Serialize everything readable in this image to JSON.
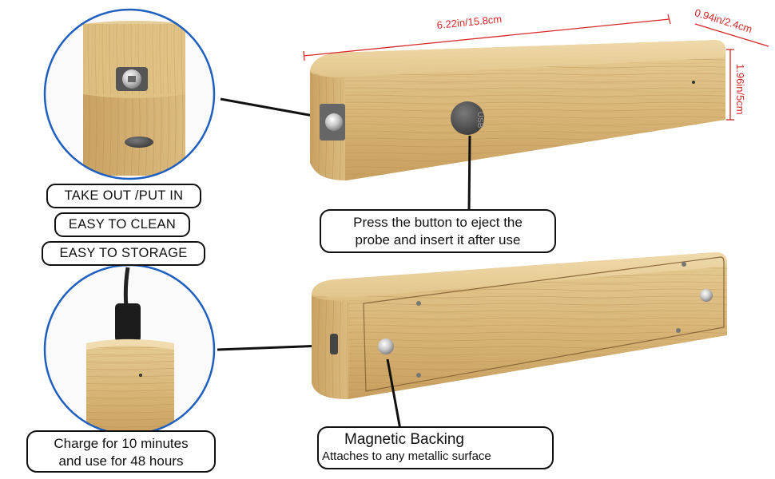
{
  "dimensions": {
    "length": "6.22in/15.8cm",
    "depth": "0.94in/2.4cm",
    "height": "1.96in/5cm"
  },
  "features": [
    "TAKE OUT /PUT IN",
    "EASY TO CLEAN",
    "EASY TO STORAGE"
  ],
  "eject_note": {
    "line1": "Press the button to eject the",
    "line2": "probe and insert it after use"
  },
  "magnet_note": {
    "title": "Magnetic Backing",
    "subtitle": "Attaches to any metallic surface"
  },
  "charge_note": {
    "line1": "Charge for 10 minutes",
    "line2": "and use for 48 hours"
  },
  "button_label": "USB",
  "colors": {
    "wood_light": "#e3c88f",
    "wood_mid": "#d2ad6c",
    "wood_dark": "#b88c4c",
    "dimension_red": "#d62828",
    "circle_blue": "#1f5fbf"
  }
}
